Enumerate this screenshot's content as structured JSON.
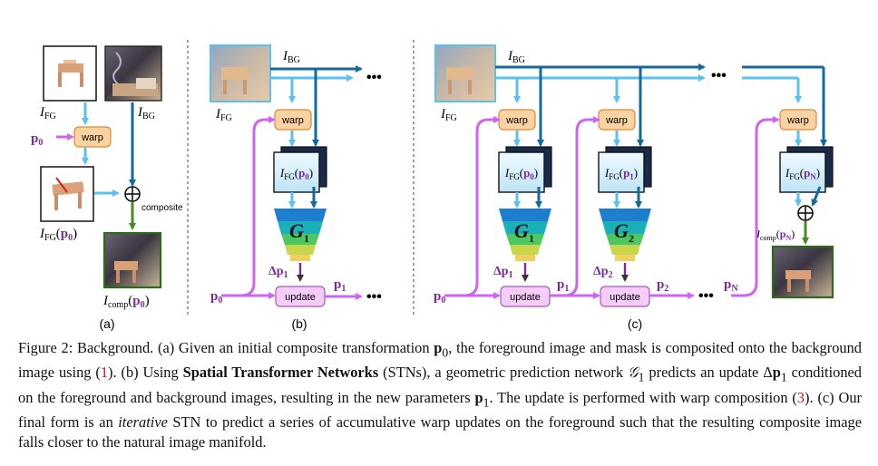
{
  "figure": {
    "panel_labels": [
      "(a)",
      "(b)",
      "(c)"
    ],
    "labels": {
      "I": "I",
      "sub_FG": "FG",
      "sub_BG": "BG",
      "sub_comp": "comp",
      "p0": "p0",
      "p1": "p1",
      "p2": "p2",
      "pN": "pN",
      "dp1": "Δp1",
      "dp2": "Δp2",
      "ellipsis": "•••",
      "G": "G",
      "oplus": "⊕"
    },
    "boxes": {
      "warp": "warp",
      "update": "update",
      "composite": "composite"
    },
    "colors": {
      "light_blue": "#5bc2ef",
      "dark_blue": "#146a9e",
      "purple": "#cc66ee",
      "purple_text": "#7a2a9a",
      "green": "#4a8a2a",
      "warp_fill": "#fbd3a2",
      "warp_stroke": "#d98a3a",
      "update_fill": "#f6ccf8",
      "update_stroke": "#a45ab8"
    }
  },
  "caption": {
    "c1": "Figure 2: Background. (a) Given an initial composite transformation ",
    "c2": ", the foreground image and mask is composited onto the background image using (",
    "ref1": "1",
    "c3": "). (b) Using ",
    "bold1": "Spatial Transformer Networks",
    "c4": " (STNs), a geometric prediction network ",
    "c5": " predicts an update ",
    "c6": " conditioned on the foreground and background images, resulting in the new parameters ",
    "c7": ". The update is performed with warp composition (",
    "ref3": "3",
    "c8": "). (c) Our final form is an ",
    "ital1": "iterative",
    "c9": " STN to predict a series of accumulative warp updates on the foreground such that the resulting composite image falls closer to the natural image manifold."
  }
}
